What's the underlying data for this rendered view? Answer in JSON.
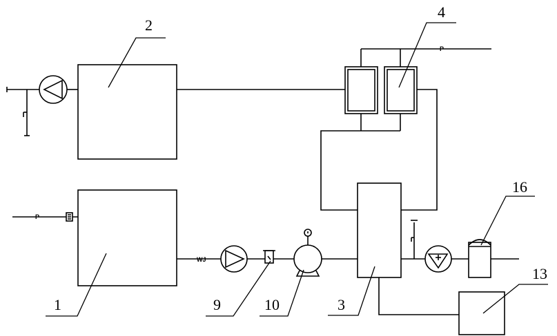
{
  "labels": {
    "tank_1": "1",
    "tank_2": "2",
    "tank_3": "3",
    "filter_4": "4",
    "part_9": "9",
    "part_10": "10",
    "tank_13": "13",
    "part_16": "16"
  },
  "line_tags": {
    "top_right_p": "P",
    "left_p": "P",
    "vent": "WJ"
  }
}
